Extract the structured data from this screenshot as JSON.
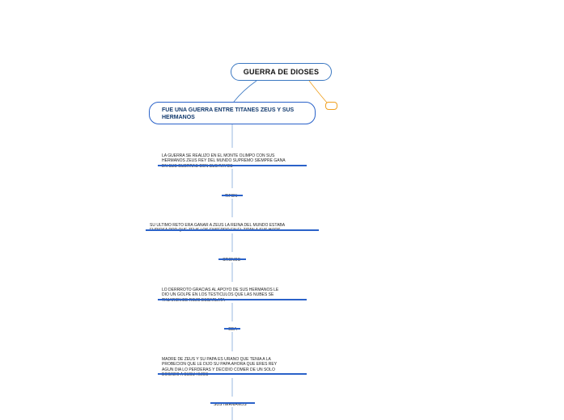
{
  "root": {
    "title": "GUERRA DE DIOSES"
  },
  "main_topic": {
    "text": "FUE UNA GUERRA ENTRE TITANES ZEUS Y SUS HERMANOS"
  },
  "subtopics": [
    {
      "text": "LA GUERRA SE REALIZO EN EL MONTE OLIMPO CON SUS\nHERMANOS ZEUS REY DEL MUNDO SUPREMO SIEMPRE GANA\nEN SUS GUERRAS CON SUS RAYOS"
    },
    {
      "text": "TIFON"
    },
    {
      "text": "SU ULTIMO RETO ERA GANAR A ZEUS LA REINA DEL MUNDO ESTABA\nFURIOSA POR QUE ZEUS LOS ENSERRO EN EL TITAN A SUS HIJOS"
    },
    {
      "text": "CRONOS"
    },
    {
      "text": "LO DERRROTO GRACIAS AL APOYO DE SUS HERMANOS LE\nDIO UN GOLPE EN LOS TESTICULOS QUE LAS NUBES SE\nTINIARON DE ROJO ESCARLATA"
    },
    {
      "text": "GEA"
    },
    {
      "text": "MADRE DE ZEUS Y SU PAPA ES URANO QUE TENIA A LA\nPROBECION QUE LE DIJO SU PAPA AHORA QUE ERES REY\nAGUN DIA LO PERDERAS Y DECIDIO COMER DE UN SOLO\nBOCADO A SUSU HIJOS"
    },
    {
      "text": "SUS HERMANOS"
    }
  ],
  "colors": {
    "primary_line": "#2a62c9",
    "connector": "#7fa8d8",
    "accent": "#f0a020"
  }
}
